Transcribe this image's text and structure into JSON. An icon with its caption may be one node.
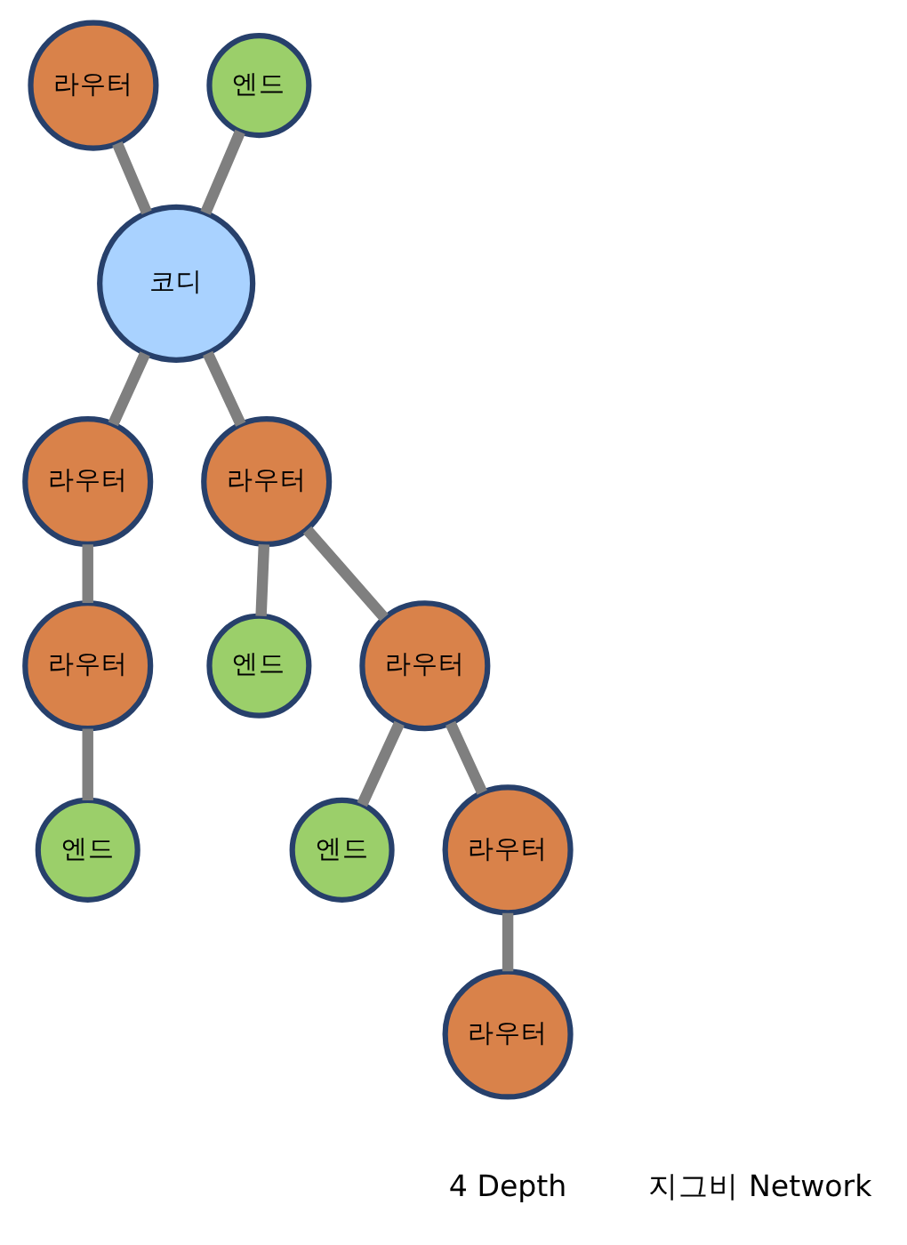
{
  "diagram": {
    "nodes": [
      {
        "text": [
          "라우터"
        ]
      },
      {
        "text": [
          "엔드"
        ]
      },
      {
        "text": [
          "코디"
        ]
      },
      {
        "text": [
          "라우터"
        ]
      },
      {
        "text": [
          "라우터"
        ]
      },
      {
        "text": [
          "라우터"
        ]
      },
      {
        "text": [
          "엔드"
        ]
      },
      {
        "text": [
          "라우터"
        ]
      },
      {
        "text": [
          "엔드"
        ]
      },
      {
        "text": [
          "엔드"
        ]
      },
      {
        "text": [
          "라우터"
        ]
      },
      {
        "text": [
          "라우터"
        ]
      }
    ],
    "edges": [
      {
        "from": 0,
        "to": 2,
        "arrow": "none"
      },
      {
        "from": 1,
        "to": 2,
        "arrow": "none"
      },
      {
        "from": 2,
        "to": 3,
        "arrow": "none"
      },
      {
        "from": 3,
        "to": 4,
        "arrow": "none"
      },
      {
        "from": 4,
        "to": 8,
        "arrow": "none"
      },
      {
        "from": 2,
        "to": 5,
        "arrow": "none"
      },
      {
        "from": 5,
        "to": 6,
        "arrow": "none"
      },
      {
        "from": 5,
        "to": 7,
        "arrow": "none"
      },
      {
        "from": 7,
        "to": 9,
        "arrow": "none"
      },
      {
        "from": 7,
        "to": 10,
        "arrow": "none"
      },
      {
        "from": 10,
        "to": 11,
        "arrow": "none"
      }
    ],
    "labels": [
      "4 Depth",
      "지그비 Network"
    ]
  }
}
